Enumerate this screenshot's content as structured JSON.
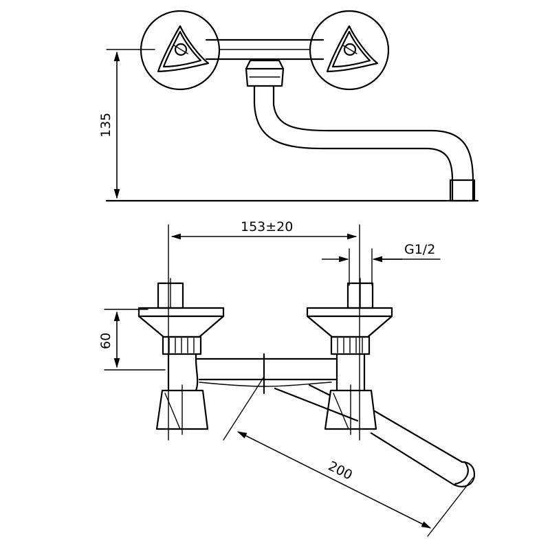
{
  "dimensions": {
    "height_spout": "135",
    "center_distance": "153±20",
    "thread": "G1/2",
    "height_base": "60",
    "spout_length": "200"
  },
  "colors": {
    "line": "#000000",
    "background": "#ffffff"
  }
}
